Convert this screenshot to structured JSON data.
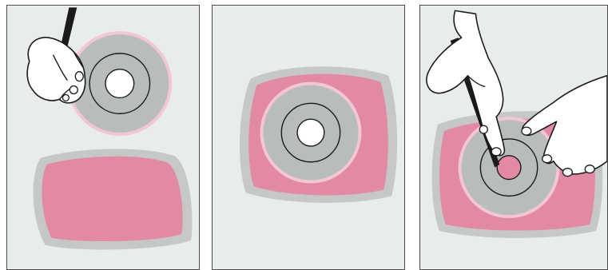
{
  "colors": {
    "panel_background": "#e8eceb",
    "outer_plate": "#c6c8c7",
    "pink_fill": "#e28aa3",
    "pink_rim": "#f2c6d3",
    "disc_gray": "#b9bcbc",
    "hole": "#ffffff",
    "line": "#1a1a1a",
    "hand": "#ffffff",
    "pen": "#1a1a1a",
    "panel_border": "#4a4a4a"
  },
  "panels": [
    {
      "step": 1,
      "depicts": "hand-holding-pen-disc-lifted-above-pink-sheet",
      "icons": [
        "hand-icon",
        "pen-icon",
        "disc-icon",
        "pink-sheet-icon"
      ]
    },
    {
      "step": 2,
      "depicts": "disc-centered-on-pink-sheet",
      "icons": [
        "disc-icon",
        "pink-sheet-icon"
      ]
    },
    {
      "step": 3,
      "depicts": "two-hands-tracing-center-hole-with-pen",
      "icons": [
        "hand-icon",
        "hand-icon",
        "pen-icon",
        "disc-icon",
        "pink-sheet-icon"
      ]
    }
  ]
}
